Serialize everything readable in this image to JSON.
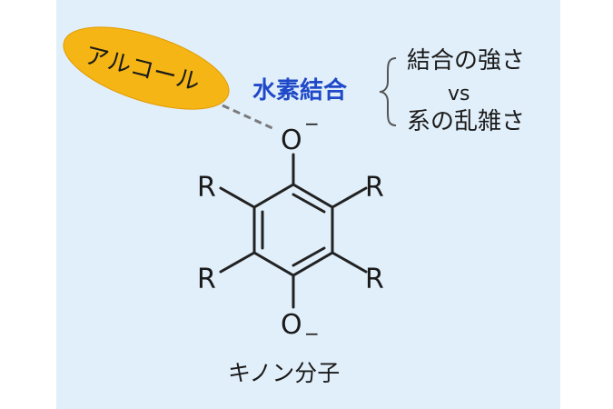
{
  "alcohol": {
    "label": "アルコール",
    "fill": "#f5b615",
    "stroke": "#e29a00"
  },
  "hydrogen_bond": {
    "label": "水素結合",
    "color": "#1f49c8"
  },
  "bracket": {
    "top": "結合の強さ",
    "middle": "vs",
    "bottom": "系の乱雑さ"
  },
  "molecule": {
    "top_oxygen": "O",
    "top_charge": "−",
    "bottom_oxygen": "O",
    "bottom_charge": "−",
    "substituents": [
      "R",
      "R",
      "R",
      "R"
    ],
    "name": "キノン分子"
  },
  "colors": {
    "panel_background": "#e1effa",
    "bond": "#222222",
    "dashed_bond": "#7a7a7a"
  }
}
